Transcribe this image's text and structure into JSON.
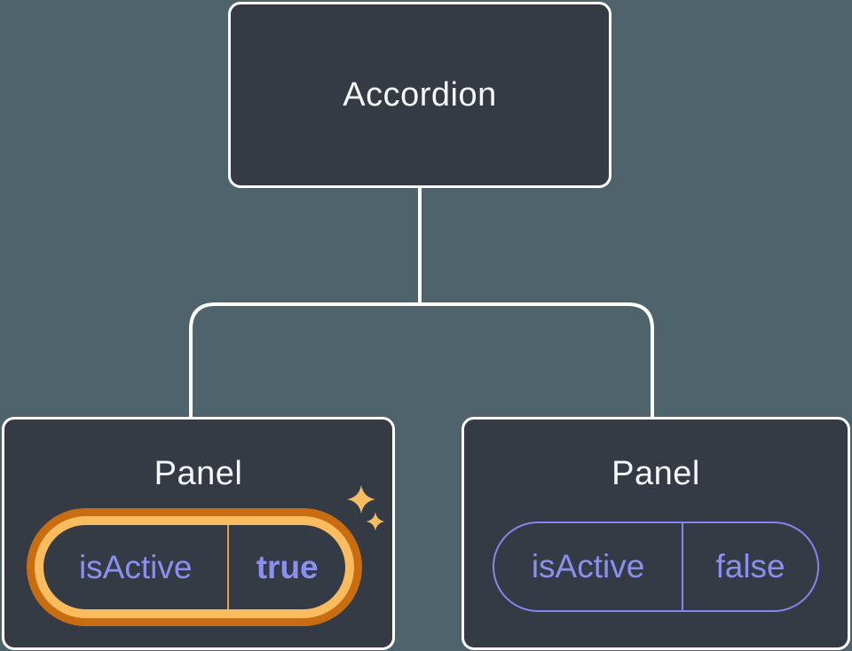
{
  "colors": {
    "bg": "#4E636B",
    "node-fill": "#353B45",
    "node-border": "#FFFFFF",
    "title-text": "#F6F7F9",
    "purple": "#8A8FF0",
    "purple-border": "#8286EE",
    "orange-dark": "#C96D12",
    "orange-light": "#FBBB5F",
    "divider-orange": "#E8A23C",
    "sparkle": "#F9BC64"
  },
  "tree": {
    "root": {
      "label": "Accordion"
    },
    "children": [
      {
        "label": "Panel",
        "highlighted": true,
        "state": {
          "key": "isActive",
          "value": "true"
        }
      },
      {
        "label": "Panel",
        "highlighted": false,
        "state": {
          "key": "isActive",
          "value": "false"
        }
      }
    ]
  },
  "icons": {
    "highlight": "sparkles-icon"
  }
}
